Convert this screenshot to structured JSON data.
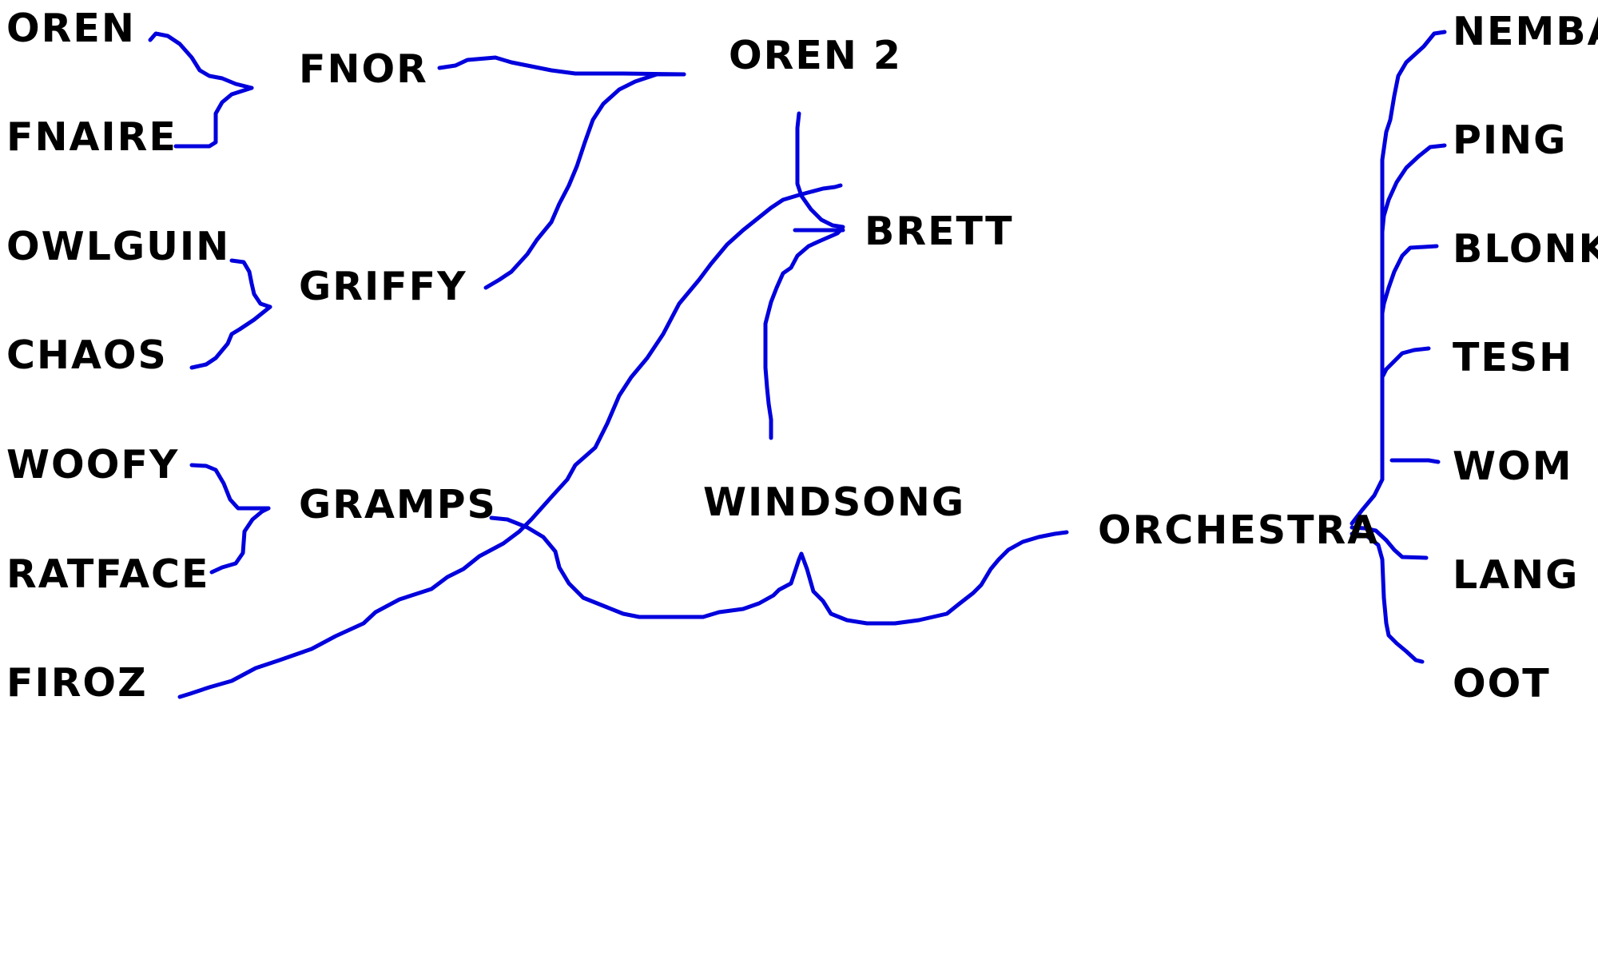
{
  "style": {
    "line_color": "#0000dd",
    "text_color": "#000000",
    "background": "#ffffff"
  },
  "nodes": {
    "oren": "OREN",
    "fnaire": "FNAIRE",
    "owlguin": "OWLGUIN",
    "chaos": "CHAOS",
    "woofy": "WOOFY",
    "ratface": "RATFACE",
    "firoz": "FIROZ",
    "fnor": "FNOR",
    "griffy": "GRIFFY",
    "gramps": "GRAMPS",
    "oren2": "OREN 2",
    "brett": "BRETT",
    "windsong": "WINDSONG",
    "orchestra": "ORCHESTRA",
    "nemba": "NEMBA",
    "ping": "PING",
    "blonk": "BLONK",
    "tesh": "TESH",
    "wom": "WOM",
    "lang": "LANG",
    "oot": "OOT"
  },
  "connections": [
    {
      "from": "oren",
      "to": "fnor"
    },
    {
      "from": "fnaire",
      "to": "fnor"
    },
    {
      "from": "owlguin",
      "to": "griffy"
    },
    {
      "from": "chaos",
      "to": "griffy"
    },
    {
      "from": "woofy",
      "to": "gramps"
    },
    {
      "from": "ratface",
      "to": "gramps"
    },
    {
      "from": "fnor",
      "to": "oren2"
    },
    {
      "from": "griffy",
      "to": "oren2"
    },
    {
      "from": "oren2",
      "to": "brett"
    },
    {
      "from": "firoz",
      "to": "brett"
    },
    {
      "from": "windsong",
      "to": "brett"
    },
    {
      "from": "gramps",
      "to": "windsong"
    },
    {
      "from": "orchestra",
      "to": "windsong"
    },
    {
      "from": "nemba",
      "to": "orchestra"
    },
    {
      "from": "ping",
      "to": "orchestra"
    },
    {
      "from": "blonk",
      "to": "orchestra"
    },
    {
      "from": "tesh",
      "to": "orchestra"
    },
    {
      "from": "wom",
      "to": "orchestra"
    },
    {
      "from": "lang",
      "to": "orchestra"
    },
    {
      "from": "oot",
      "to": "orchestra"
    }
  ]
}
